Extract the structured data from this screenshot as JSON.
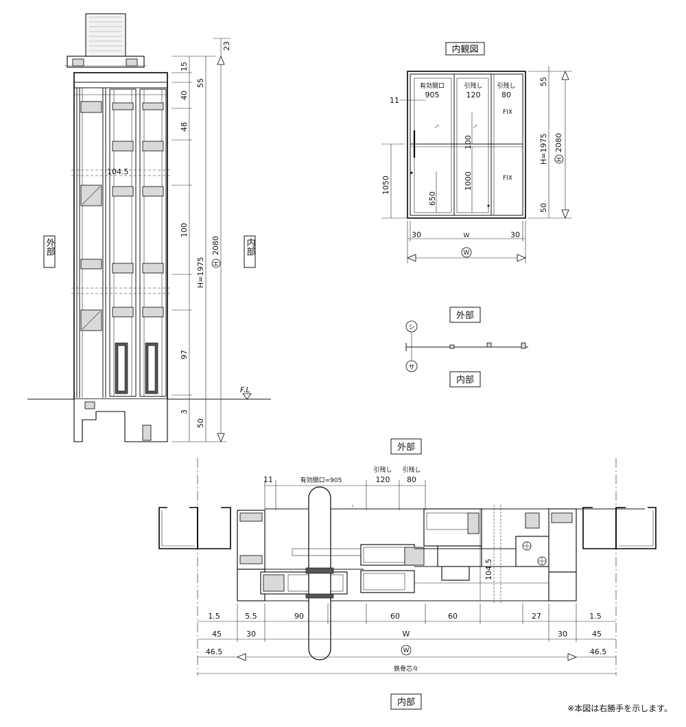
{
  "section_labels": {
    "exterior": "外部",
    "interior": "内部",
    "interior_view": "内観図",
    "floor_level": "F.L"
  },
  "vertical_section": {
    "dims_right": [
      "23",
      "15",
      "55",
      "40",
      "48",
      "100",
      "97",
      "3",
      "50"
    ],
    "height_label": "H=1975",
    "overall_height": "2080",
    "overall_marker": "H",
    "frame_depth": "104.5"
  },
  "elevation": {
    "opening_label": "有効開口",
    "opening_value": "905",
    "overlap1_label": "引残し",
    "overlap1_value": "120",
    "overlap2_label": "引残し",
    "overlap2_value": "80",
    "gap": "11",
    "fix_upper": "FIX",
    "fix_lower": "FIX",
    "dims": [
      "100",
      "1000",
      "650",
      "1050",
      "55",
      "50"
    ],
    "height_label": "H=1975",
    "overall_height": "2080",
    "overall_marker": "H",
    "width_left": "30",
    "width_label": "W",
    "width_right": "30",
    "overall_width_marker": "W"
  },
  "plan_key": {
    "marker_top": "シ",
    "marker_bottom": "サ"
  },
  "horizontal_section": {
    "opening_label": "有効開口=905",
    "gap": "11",
    "overlap1_label": "引残し",
    "overlap1_value": "120",
    "overlap2_label": "引残し",
    "overlap2_value": "80",
    "depth": "104.5",
    "dims_bottom": [
      "1.5",
      "5.5",
      "90",
      "60",
      "60",
      "27",
      "1.5"
    ],
    "row2": [
      "45",
      "30",
      "W",
      "30",
      "45"
    ],
    "row3": [
      "46.5",
      "W",
      "46.5"
    ],
    "steel_center": "鉄骨芯々"
  },
  "note": "※本図は右勝手を示します。"
}
